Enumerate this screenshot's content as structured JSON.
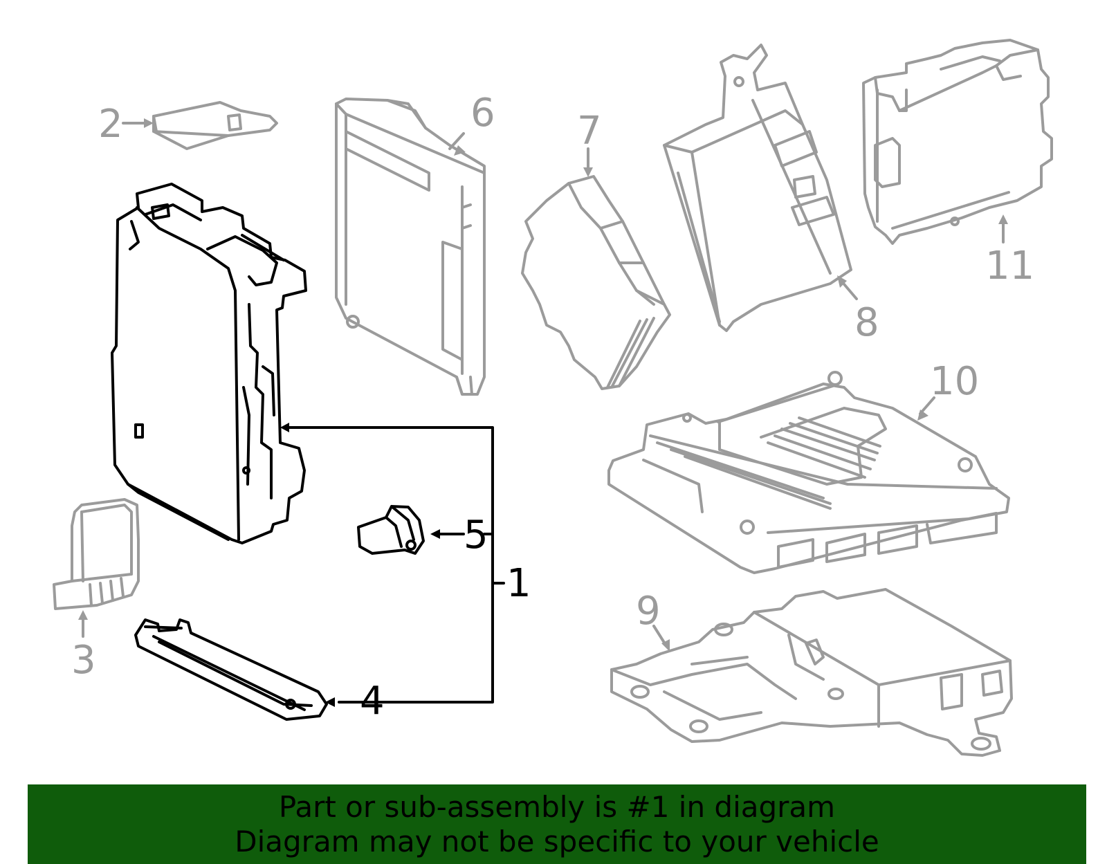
{
  "colors": {
    "highlight_fill": "#0f5c0b",
    "outline_dark": "#000000",
    "outline_gray": "#9b9b9b",
    "banner_bg": "#0f5c0b",
    "banner_text": "#000000"
  },
  "callouts": {
    "c1": "1",
    "c2": "2",
    "c3": "3",
    "c4": "4",
    "c5": "5",
    "c6": "6",
    "c7": "7",
    "c8": "8",
    "c9": "9",
    "c10": "10",
    "c11": "11"
  },
  "banner": {
    "line1": "Part or sub-assembly is #1 in diagram",
    "line2": "Diagram may not be specific to your vehicle"
  }
}
